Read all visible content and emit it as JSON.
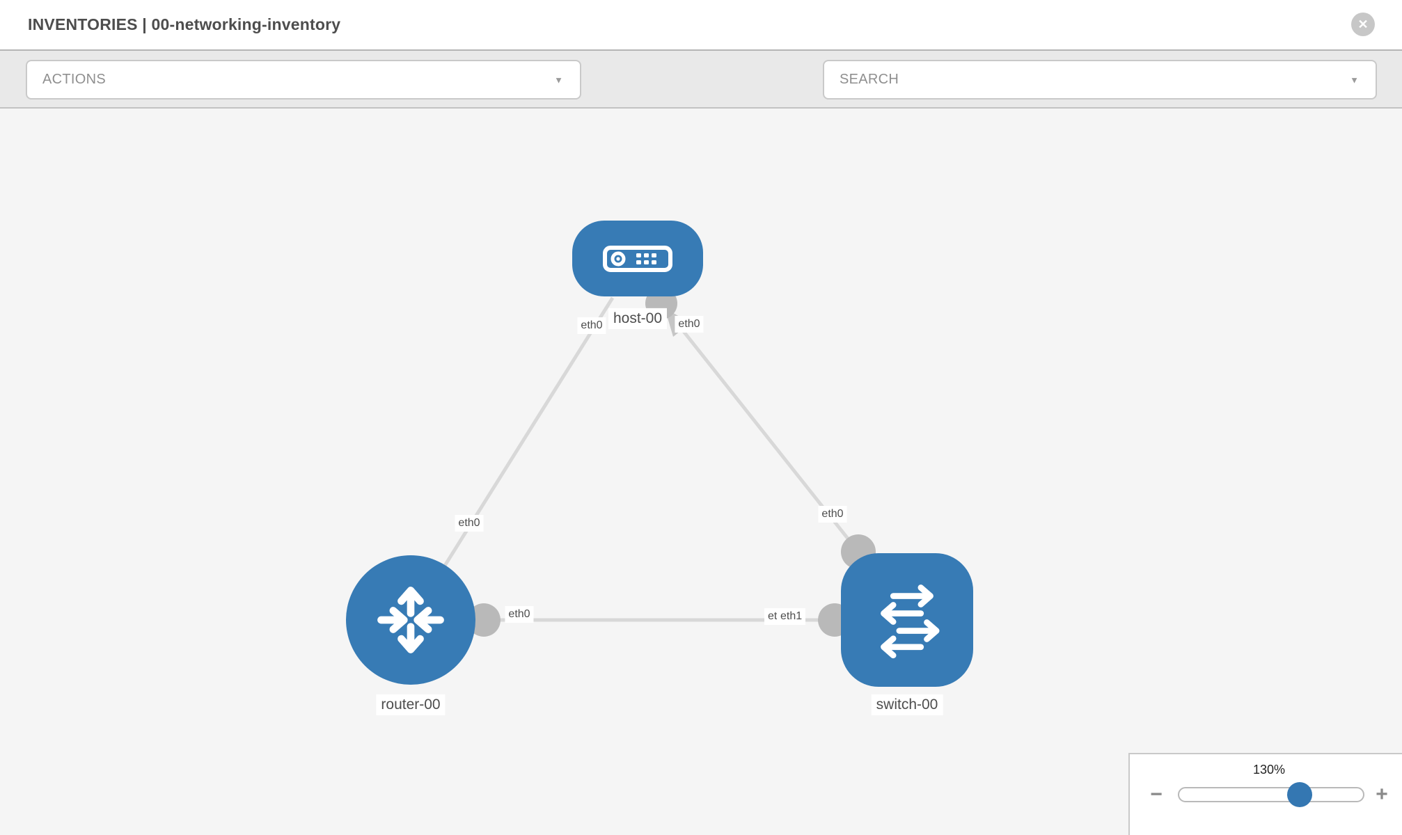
{
  "header": {
    "title": "INVENTORIES | 00-networking-inventory",
    "close_glyph": "✕"
  },
  "toolbar": {
    "actions_label": "ACTIONS",
    "search_placeholder": "SEARCH",
    "caret_glyph": "▼",
    "icons": [
      "wrench-icon",
      "key-icon"
    ]
  },
  "diagram": {
    "nodes": {
      "host": {
        "label": "host-00",
        "type": "host"
      },
      "router": {
        "label": "router-00",
        "type": "router"
      },
      "switch": {
        "label": "switch-00",
        "type": "switch"
      }
    },
    "interfaces": {
      "host_left": "eth0",
      "host_right": "eth0",
      "router_top": "eth0",
      "router_right": "eth0",
      "switch_top": "eth0",
      "switch_left_back": "eth0",
      "switch_left_front": "eth1"
    },
    "links": [
      {
        "from": "router-00",
        "from_if": "eth0",
        "to": "host-00",
        "to_if": "eth0"
      },
      {
        "from": "switch-00",
        "from_if": "eth0",
        "to": "host-00",
        "to_if": "eth0"
      },
      {
        "from": "router-00",
        "from_if": "eth0",
        "to": "switch-00",
        "to_if": "eth1"
      }
    ]
  },
  "zoom_panel": {
    "level_label": "130%",
    "minus_glyph": "−",
    "plus_glyph": "+",
    "value_fraction": 0.64
  },
  "colors": {
    "node_blue": "#377bb5",
    "thumb_blue": "#3477b2",
    "link_gray": "#d8d8d8",
    "endpoint_gray": "#b9b9b9",
    "canvas_bg": "#f5f5f5",
    "toolbar_bg": "#e9e9e9"
  }
}
